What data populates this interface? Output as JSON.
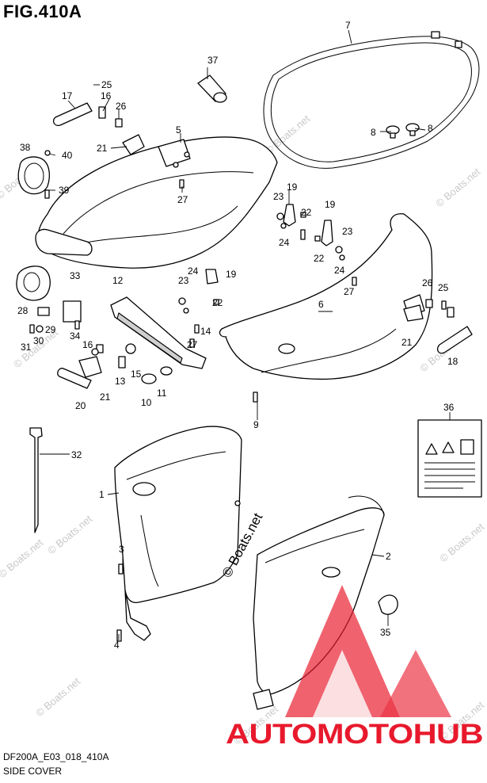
{
  "figure_title": "FIG.410A",
  "diagram_code": "DF200A_E03_018_410A",
  "diagram_name": "SIDE COVER",
  "watermark_text": "© Boats.net",
  "brand_logo_text": "AUTOMOTOHUB",
  "colors": {
    "logo_red": "#e8192c",
    "logo_orange": "#f5a623",
    "line": "#000000",
    "watermark": "#c9c9c9"
  },
  "callouts": [
    "1",
    "2",
    "3",
    "4",
    "5",
    "6",
    "7",
    "8",
    "8",
    "9",
    "10",
    "11",
    "12",
    "13",
    "14",
    "15",
    "16",
    "16",
    "17",
    "18",
    "19",
    "19",
    "19",
    "20",
    "21",
    "21",
    "21",
    "22",
    "22",
    "22",
    "23",
    "23",
    "23",
    "24",
    "24",
    "24",
    "25",
    "25",
    "26",
    "26",
    "27",
    "27",
    "27",
    "28",
    "29",
    "30",
    "31",
    "32",
    "33",
    "34",
    "35",
    "36",
    "37",
    "38",
    "39",
    "40"
  ]
}
